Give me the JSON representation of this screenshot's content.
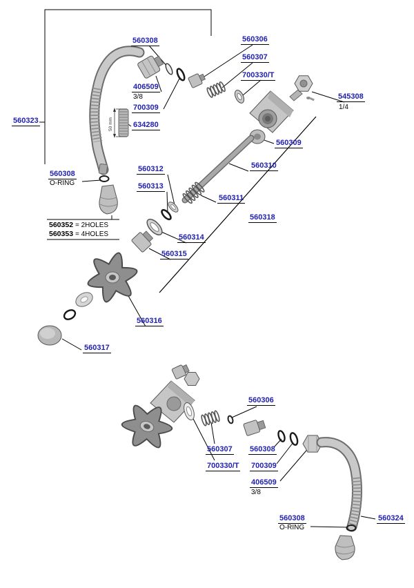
{
  "page": {
    "background": "#ffffff"
  },
  "colors": {
    "part_link": "#2121b0",
    "leader": "#000000",
    "metal_light": "#d8d8d8",
    "metal_mid": "#b8b8b8",
    "metal_dark": "#8f8f8f",
    "rubber": "#1a1a1a"
  },
  "parts": {
    "p560306": "560306",
    "p560307": "560307",
    "p560308": "560308",
    "p560309": "560309",
    "p560310": "560310",
    "p560311": "560311",
    "p560312": "560312",
    "p560313": "560313",
    "p560314": "560314",
    "p560315": "560315",
    "p560316": "560316",
    "p560317": "560317",
    "p560318": "560318",
    "p560323": "560323",
    "p560324": "560324",
    "p560352": "560352",
    "p560353": "560353",
    "p406509": "406509",
    "p700309": "700309",
    "p700330t": "700330/T",
    "p634280": "634280",
    "p545308": "545308"
  },
  "annotations": {
    "oring": "O-RING",
    "size38": "3/8",
    "size14": "1/4",
    "holes2": "= 2HOLES",
    "holes4": "= 4HOLES",
    "len50": "50 mm"
  }
}
